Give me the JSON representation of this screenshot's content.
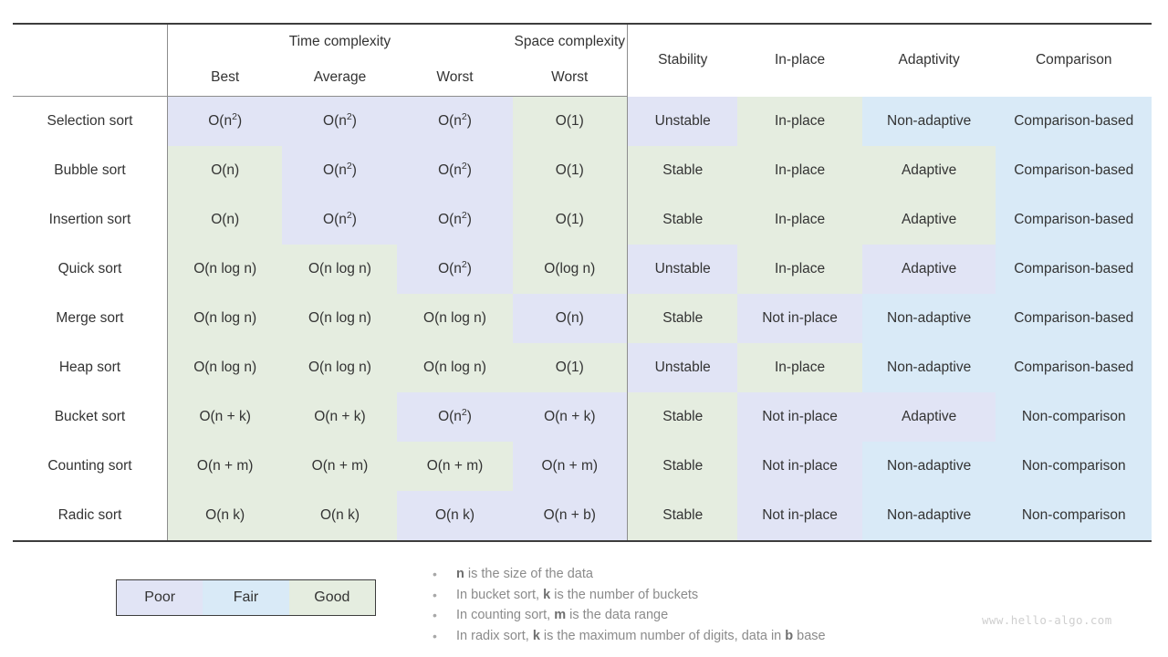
{
  "table": {
    "group_headers": {
      "algorithm": "",
      "time_complexity": "Time complexity",
      "space_complexity": "Space complexity"
    },
    "sub_headers": {
      "best": "Best",
      "average": "Average",
      "worst": "Worst",
      "space_worst": "Worst"
    },
    "side_headers": {
      "stability": "Stability",
      "in_place": "In-place",
      "adaptivity": "Adaptivity",
      "comparison": "Comparison"
    },
    "rows": [
      {
        "name": "Selection sort",
        "best": "O(n²)",
        "best_rank": "poor",
        "average": "O(n²)",
        "average_rank": "poor",
        "worst": "O(n²)",
        "worst_rank": "poor",
        "space": "O(1)",
        "space_rank": "good",
        "stability": "Unstable",
        "stability_rank": "poor",
        "in_place": "In-place",
        "in_place_rank": "good",
        "adaptivity": "Non-adaptive",
        "adaptivity_rank": "fair",
        "comparison": "Comparison-based",
        "comparison_rank": "fair"
      },
      {
        "name": "Bubble sort",
        "best": "O(n)",
        "best_rank": "good",
        "average": "O(n²)",
        "average_rank": "poor",
        "worst": "O(n²)",
        "worst_rank": "poor",
        "space": "O(1)",
        "space_rank": "good",
        "stability": "Stable",
        "stability_rank": "good",
        "in_place": "In-place",
        "in_place_rank": "good",
        "adaptivity": "Adaptive",
        "adaptivity_rank": "good",
        "comparison": "Comparison-based",
        "comparison_rank": "fair"
      },
      {
        "name": "Insertion sort",
        "best": "O(n)",
        "best_rank": "good",
        "average": "O(n²)",
        "average_rank": "poor",
        "worst": "O(n²)",
        "worst_rank": "poor",
        "space": "O(1)",
        "space_rank": "good",
        "stability": "Stable",
        "stability_rank": "good",
        "in_place": "In-place",
        "in_place_rank": "good",
        "adaptivity": "Adaptive",
        "adaptivity_rank": "good",
        "comparison": "Comparison-based",
        "comparison_rank": "fair"
      },
      {
        "name": "Quick sort",
        "best": "O(n log n)",
        "best_rank": "good",
        "average": "O(n log n)",
        "average_rank": "good",
        "worst": "O(n²)",
        "worst_rank": "poor",
        "space": "O(log n)",
        "space_rank": "good",
        "stability": "Unstable",
        "stability_rank": "poor",
        "in_place": "In-place",
        "in_place_rank": "good",
        "adaptivity": "Adaptive",
        "adaptivity_rank": "poor",
        "comparison": "Comparison-based",
        "comparison_rank": "fair"
      },
      {
        "name": "Merge sort",
        "best": "O(n log n)",
        "best_rank": "good",
        "average": "O(n log n)",
        "average_rank": "good",
        "worst": "O(n log n)",
        "worst_rank": "good",
        "space": "O(n)",
        "space_rank": "poor",
        "stability": "Stable",
        "stability_rank": "good",
        "in_place": "Not in-place",
        "in_place_rank": "poor",
        "adaptivity": "Non-adaptive",
        "adaptivity_rank": "fair",
        "comparison": "Comparison-based",
        "comparison_rank": "fair"
      },
      {
        "name": "Heap sort",
        "best": "O(n log n)",
        "best_rank": "good",
        "average": "O(n log n)",
        "average_rank": "good",
        "worst": "O(n log n)",
        "worst_rank": "good",
        "space": "O(1)",
        "space_rank": "good",
        "stability": "Unstable",
        "stability_rank": "poor",
        "in_place": "In-place",
        "in_place_rank": "good",
        "adaptivity": "Non-adaptive",
        "adaptivity_rank": "fair",
        "comparison": "Comparison-based",
        "comparison_rank": "fair"
      },
      {
        "name": "Bucket sort",
        "best": "O(n + k)",
        "best_rank": "good",
        "average": "O(n + k)",
        "average_rank": "good",
        "worst": "O(n²)",
        "worst_rank": "poor",
        "space": "O(n + k)",
        "space_rank": "poor",
        "stability": "Stable",
        "stability_rank": "good",
        "in_place": "Not in-place",
        "in_place_rank": "poor",
        "adaptivity": "Adaptive",
        "adaptivity_rank": "poor",
        "comparison": "Non-comparison",
        "comparison_rank": "fair"
      },
      {
        "name": "Counting sort",
        "best": "O(n + m)",
        "best_rank": "good",
        "average": "O(n + m)",
        "average_rank": "good",
        "worst": "O(n + m)",
        "worst_rank": "good",
        "space": "O(n + m)",
        "space_rank": "poor",
        "stability": "Stable",
        "stability_rank": "good",
        "in_place": "Not in-place",
        "in_place_rank": "poor",
        "adaptivity": "Non-adaptive",
        "adaptivity_rank": "fair",
        "comparison": "Non-comparison",
        "comparison_rank": "fair"
      },
      {
        "name": "Radic sort",
        "best": "O(n k)",
        "best_rank": "good",
        "average": "O(n k)",
        "average_rank": "good",
        "worst": "O(n k)",
        "worst_rank": "poor",
        "space": "O(n + b)",
        "space_rank": "poor",
        "stability": "Stable",
        "stability_rank": "good",
        "in_place": "Not in-place",
        "in_place_rank": "poor",
        "adaptivity": "Non-adaptive",
        "adaptivity_rank": "fair",
        "comparison": "Non-comparison",
        "comparison_rank": "fair"
      }
    ]
  },
  "legend": {
    "items": [
      {
        "label": "Poor",
        "rank": "poor",
        "color": "#e1e4f5"
      },
      {
        "label": "Fair",
        "rank": "fair",
        "color": "#d9eaf7"
      },
      {
        "label": "Good",
        "rank": "good",
        "color": "#e5ede0"
      }
    ]
  },
  "notes": {
    "bullet": "•",
    "items": [
      {
        "pre": "",
        "sym1": "n",
        "mid": " is the size of the data",
        "sym2": "",
        "post": ""
      },
      {
        "pre": "In bucket sort, ",
        "sym1": "k",
        "mid": " is the number of buckets",
        "sym2": "",
        "post": ""
      },
      {
        "pre": "In counting sort, ",
        "sym1": "m",
        "mid": " is the data range",
        "sym2": "",
        "post": ""
      },
      {
        "pre": "In radix sort, ",
        "sym1": "k",
        "mid": " is the maximum number of digits, data in ",
        "sym2": "b",
        "post": " base"
      }
    ]
  },
  "watermark": "www.hello-algo.com"
}
